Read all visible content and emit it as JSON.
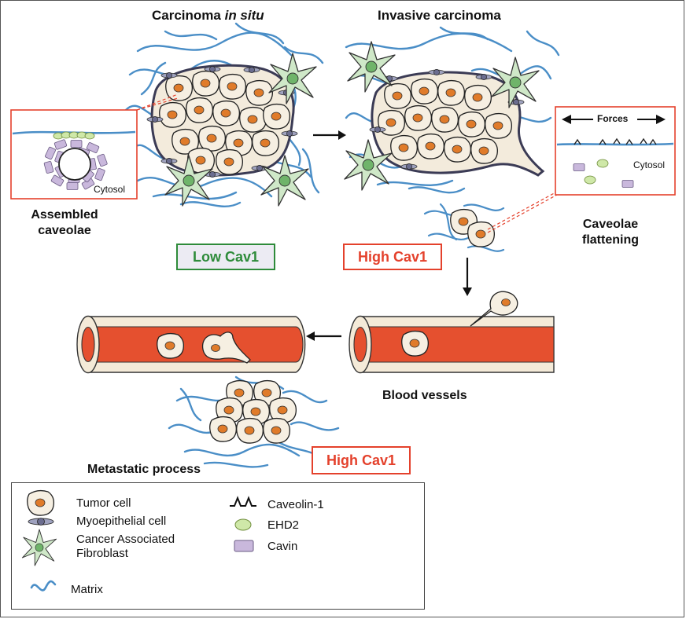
{
  "titles": {
    "cis_prefix": "Carcinoma ",
    "cis_italic": "in situ",
    "invasive": "Invasive carcinoma"
  },
  "labels": {
    "assembled_line1": "Assembled",
    "assembled_line2": "caveolae",
    "flattening_line1": "Caveolae",
    "flattening_line2": "flattening",
    "blood_vessels": "Blood vessels",
    "metastatic": "Metastatic process",
    "cytosol_left": "Cytosol",
    "cytosol_right": "Cytosol",
    "forces": "Forces"
  },
  "badges": {
    "low": "Low Cav1",
    "high1": "High Cav1",
    "high2": "High Cav1"
  },
  "legend": {
    "tumor": "Tumor cell",
    "myo": "Myoepithelial cell",
    "caf_line1": "Cancer Associated",
    "caf_line2": "Fibroblast",
    "matrix": "Matrix",
    "caveolin": "Caveolin-1",
    "ehd2": "EHD2",
    "cavin": "Cavin"
  },
  "colors": {
    "matrix": "#4a8ec7",
    "tumor_fill": "#f6efe2",
    "nucleus": "#e07b2a",
    "fibroblast": "#cfe8c8",
    "fibroblast_nucleus": "#6fb46a",
    "myo": "#6b6d8f",
    "vessel_wall": "#f4ead8",
    "blood": "#e5502f",
    "low_badge_border": "#2e8b3a",
    "low_badge_text": "#2e8b3a",
    "low_badge_bg": "#ecebf3",
    "high_badge": "#e4412c",
    "cavin": "#c9b8dc",
    "ehd2": "#cfe8a8",
    "inset_border": "#e4412c"
  }
}
